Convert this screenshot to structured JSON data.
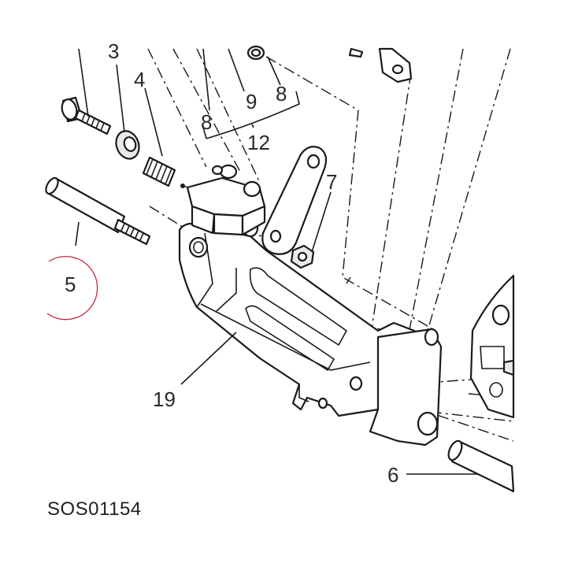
{
  "diagram": {
    "code": "SOS01154",
    "labels": {
      "l3": "3",
      "l4": "4",
      "l5": "5",
      "l6": "6",
      "l7": "7",
      "l8a": "8",
      "l8b": "8",
      "l9": "9",
      "l12": "12",
      "l19": "19"
    },
    "highlight_color": "#c0283c",
    "line_color": "#1a1a1a"
  }
}
